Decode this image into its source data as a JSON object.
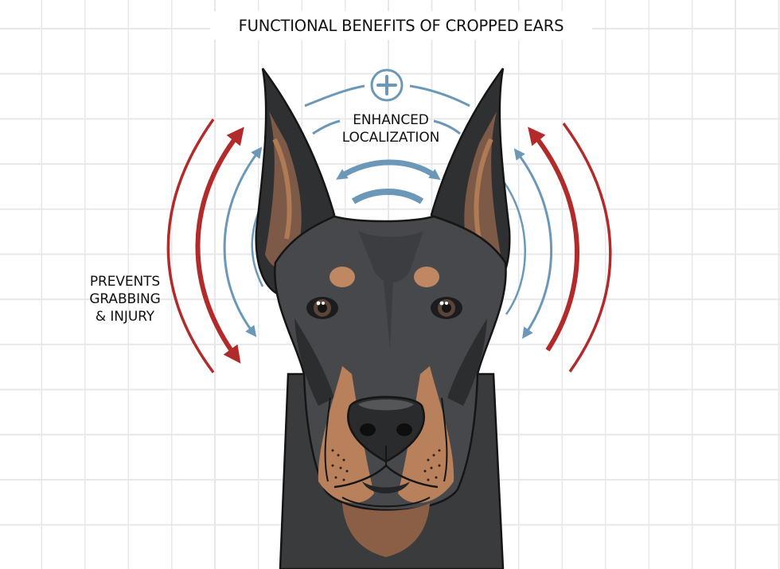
{
  "title": "FUNCTIONAL BENEFITS OF CROPPED EARS",
  "labels": {
    "localization": {
      "line1": "ENHANCED",
      "line2": "LOCALIZATION",
      "icon": "plus-circle-icon"
    },
    "protection": {
      "line1": "PREVENTS",
      "line2": "GRABBING",
      "line3": "& INJURY"
    }
  },
  "subject": "doberman-head-with-cropped-ears",
  "colors": {
    "background": "#ffffff",
    "grid": "#e8e8e8",
    "text": "#111111",
    "accent_blue": "#6b98b8",
    "accent_red": "#b22a2a",
    "fur_dark": "#3a3b3d",
    "fur_mid": "#4d4e51",
    "tan": "#b07a55",
    "tan_light": "#c99572",
    "outline": "#151515"
  }
}
